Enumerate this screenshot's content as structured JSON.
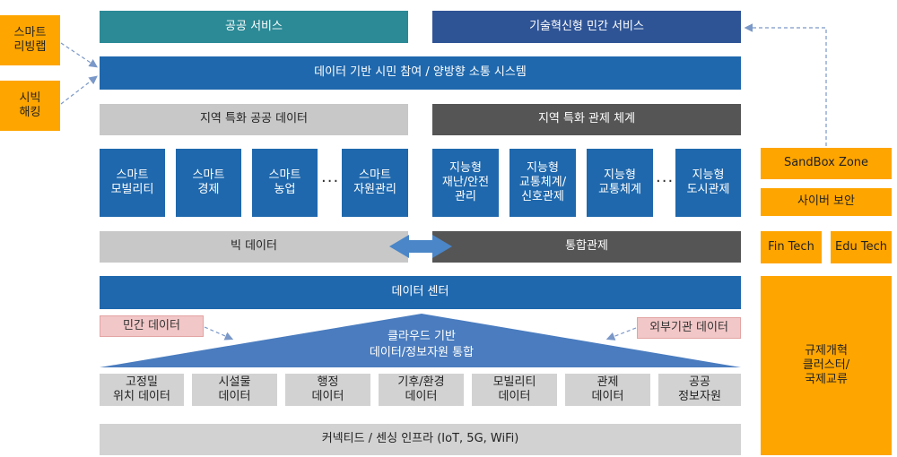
{
  "left_side": {
    "smart_living_lab": "스마트\n리빙랩",
    "civic_hacking": "시빅\n해킹"
  },
  "top": {
    "public_service": "공공 서비스",
    "private_service": "기술혁신형 민간 서비스",
    "citizen_system": "데이터 기반 시민 참여 / 양방향 소통 시스템"
  },
  "regional": {
    "public_data": "지역 특화 공공 데이터",
    "control_system": "지역 특화 관제 체계"
  },
  "left_services": [
    "스마트\n모빌리티",
    "스마트\n경제",
    "스마트\n농업",
    "스마트\n자원관리"
  ],
  "right_services": [
    "지능형\n재난/안전\n관리",
    "지능형\n교통체계/\n신호관제",
    "지능형\n교통체계",
    "지능형\n도시관제"
  ],
  "ellipsis": "···",
  "middle": {
    "big_data": "빅 데이터",
    "integrated_control": "통합관제",
    "data_center": "데이터 센터"
  },
  "cloud": {
    "label": "클라우드 기반\n데이터/정보자원 통합",
    "private_data": "민간 데이터",
    "external_data": "외부기관 데이터"
  },
  "data_sources": [
    "고정밀\n위치 데이터",
    "시설물\n데이터",
    "행정\n데이터",
    "기후/환경\n데이터",
    "모빌리티\n데이터",
    "관제\n데이터",
    "공공\n정보자원"
  ],
  "infra": "커넥티드 / 센싱 인프라 (IoT, 5G, WiFi)",
  "right_panel": {
    "sandbox": "SandBox Zone",
    "cyber_security": "사이버 보안",
    "fintech": "Fin Tech",
    "edutech": "Edu Tech",
    "regulation": "규제개혁\n클러스터/\n국제교류"
  },
  "colors": {
    "teal": "#2b8a96",
    "navy": "#2f5496",
    "blue": "#1f68ad",
    "light_gray": "#c8c8c8",
    "dark_gray": "#555555",
    "orange": "#ffa500",
    "pink": "#f2c7c7"
  }
}
